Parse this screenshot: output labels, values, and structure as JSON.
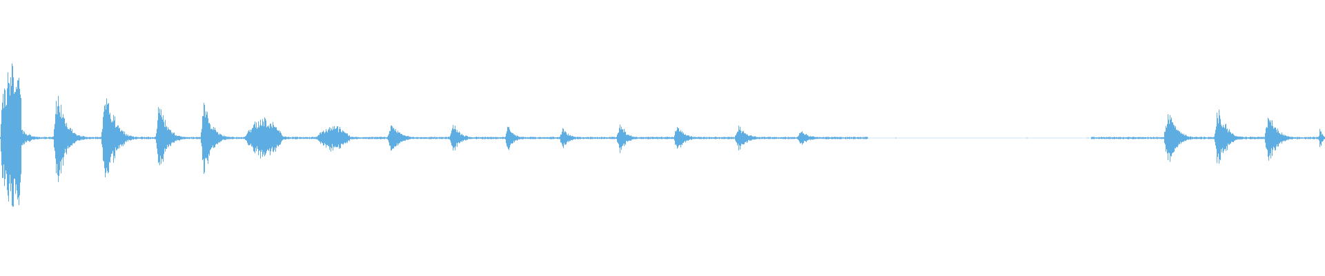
{
  "waveform": {
    "color": "#5dade2",
    "baseline_amplitude": 0.01,
    "segments": [
      {
        "start": 0.0,
        "end": 0.016,
        "peak": 1.0,
        "shape": "decay"
      },
      {
        "start": 0.04,
        "end": 0.056,
        "peak": 0.56,
        "shape": "burst"
      },
      {
        "start": 0.076,
        "end": 0.094,
        "peak": 0.56,
        "shape": "burst"
      },
      {
        "start": 0.117,
        "end": 0.132,
        "peak": 0.4,
        "shape": "burst"
      },
      {
        "start": 0.151,
        "end": 0.166,
        "peak": 0.4,
        "shape": "burst"
      },
      {
        "start": 0.184,
        "end": 0.214,
        "peak": 0.22,
        "shape": "swell"
      },
      {
        "start": 0.238,
        "end": 0.265,
        "peak": 0.15,
        "shape": "swell"
      },
      {
        "start": 0.292,
        "end": 0.308,
        "peak": 0.17,
        "shape": "burst"
      },
      {
        "start": 0.339,
        "end": 0.353,
        "peak": 0.15,
        "shape": "burst"
      },
      {
        "start": 0.381,
        "end": 0.392,
        "peak": 0.14,
        "shape": "burst"
      },
      {
        "start": 0.422,
        "end": 0.434,
        "peak": 0.12,
        "shape": "burst"
      },
      {
        "start": 0.465,
        "end": 0.477,
        "peak": 0.18,
        "shape": "burst"
      },
      {
        "start": 0.508,
        "end": 0.522,
        "peak": 0.15,
        "shape": "burst"
      },
      {
        "start": 0.554,
        "end": 0.57,
        "peak": 0.14,
        "shape": "burst"
      },
      {
        "start": 0.601,
        "end": 0.617,
        "peak": 0.08,
        "shape": "burst"
      },
      {
        "start": 0.878,
        "end": 0.895,
        "peak": 0.31,
        "shape": "burst"
      },
      {
        "start": 0.916,
        "end": 0.932,
        "peak": 0.34,
        "shape": "burst"
      },
      {
        "start": 0.954,
        "end": 0.97,
        "peak": 0.29,
        "shape": "burst"
      },
      {
        "start": 0.995,
        "end": 1.0,
        "peak": 0.12,
        "shape": "burst"
      }
    ],
    "silent_ranges": [
      {
        "start": 0.655,
        "end": 0.823
      }
    ]
  }
}
